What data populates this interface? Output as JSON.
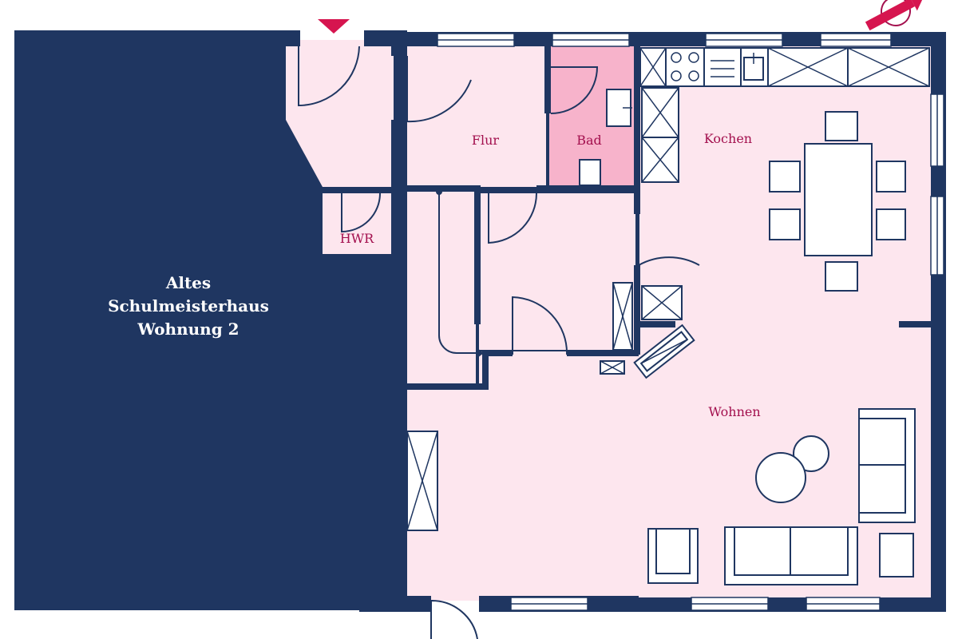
{
  "labels": {
    "building_line1": "Altes",
    "building_line2": "Schulmeisterhaus",
    "building_line3": "Wohnung 2",
    "flur": "Flur",
    "bad": "Bad",
    "kochen": "Kochen",
    "hwr": "HWR",
    "wohnen": "Wohnen"
  },
  "colors": {
    "wall": "#1f3661",
    "room_light": "#fde6ee",
    "room_bath": "#f7b3cb",
    "label": "#a3104e",
    "accent": "#d6154f"
  }
}
